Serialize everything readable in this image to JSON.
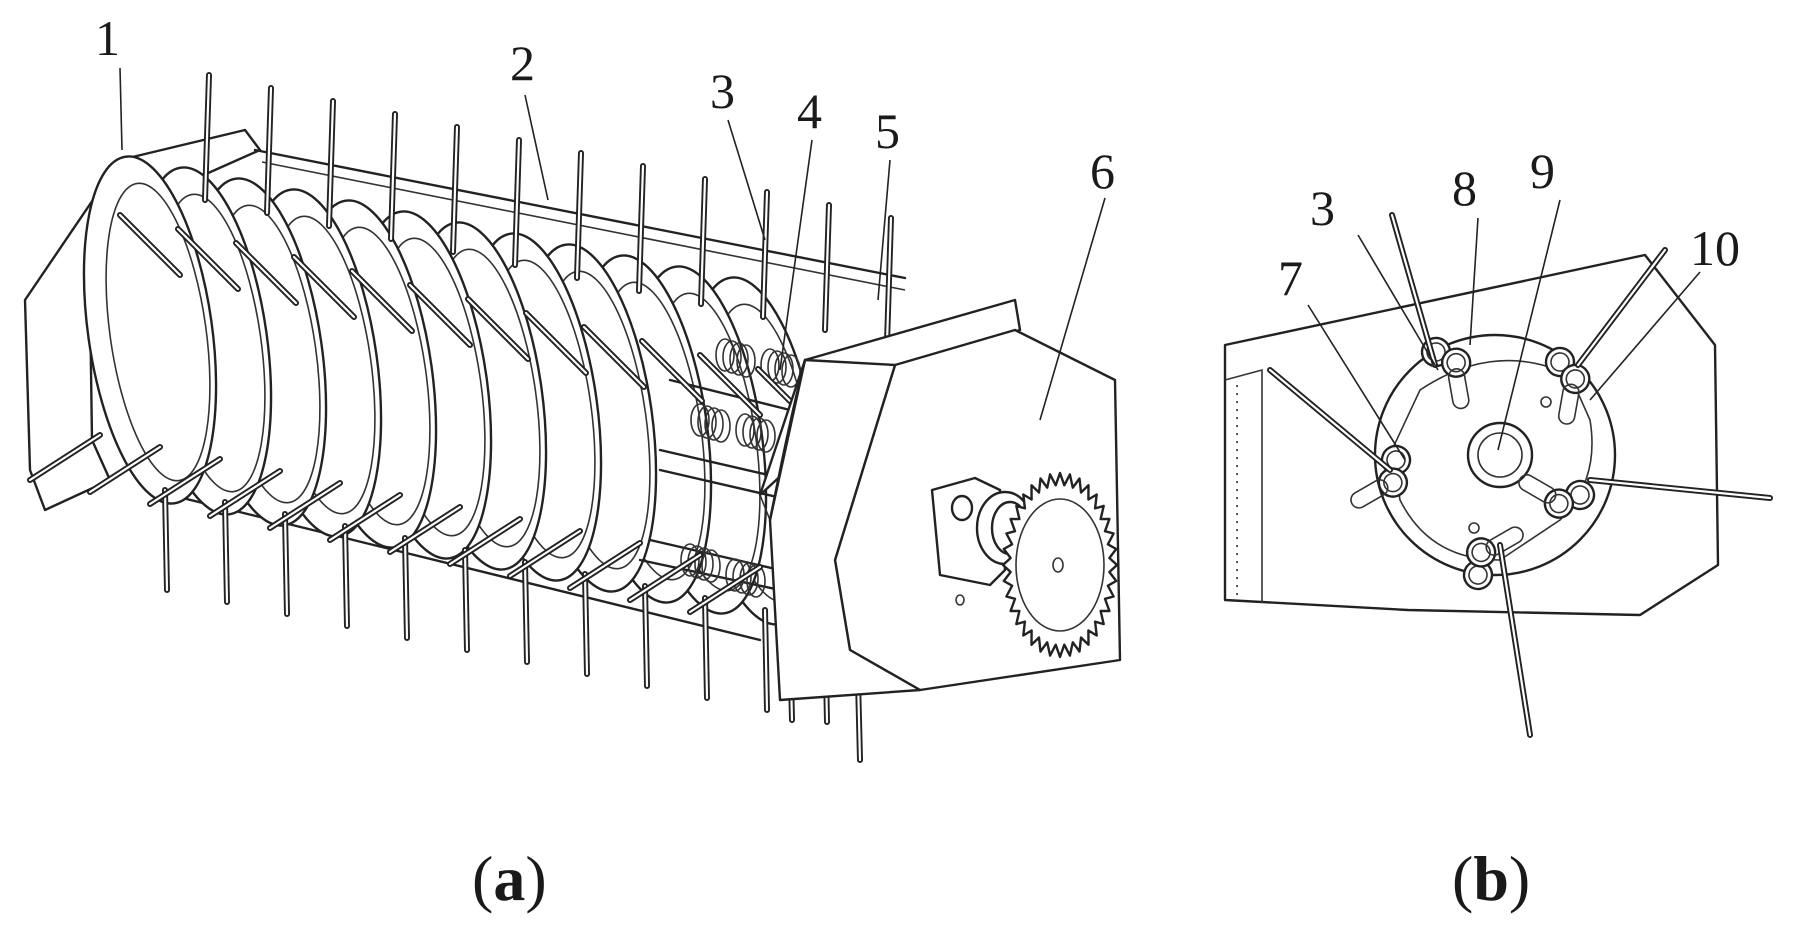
{
  "figure": {
    "panel_a": {
      "caption_open": "(",
      "caption_letter": "a",
      "caption_close": ")",
      "labels": [
        "1",
        "2",
        "3",
        "4",
        "5",
        "6"
      ]
    },
    "panel_b": {
      "caption_open": "(",
      "caption_letter": "b",
      "caption_close": ")",
      "labels": [
        "7",
        "3",
        "8",
        "9",
        "10"
      ]
    }
  },
  "colors": {
    "line": "#222222",
    "background": "#ffffff"
  }
}
